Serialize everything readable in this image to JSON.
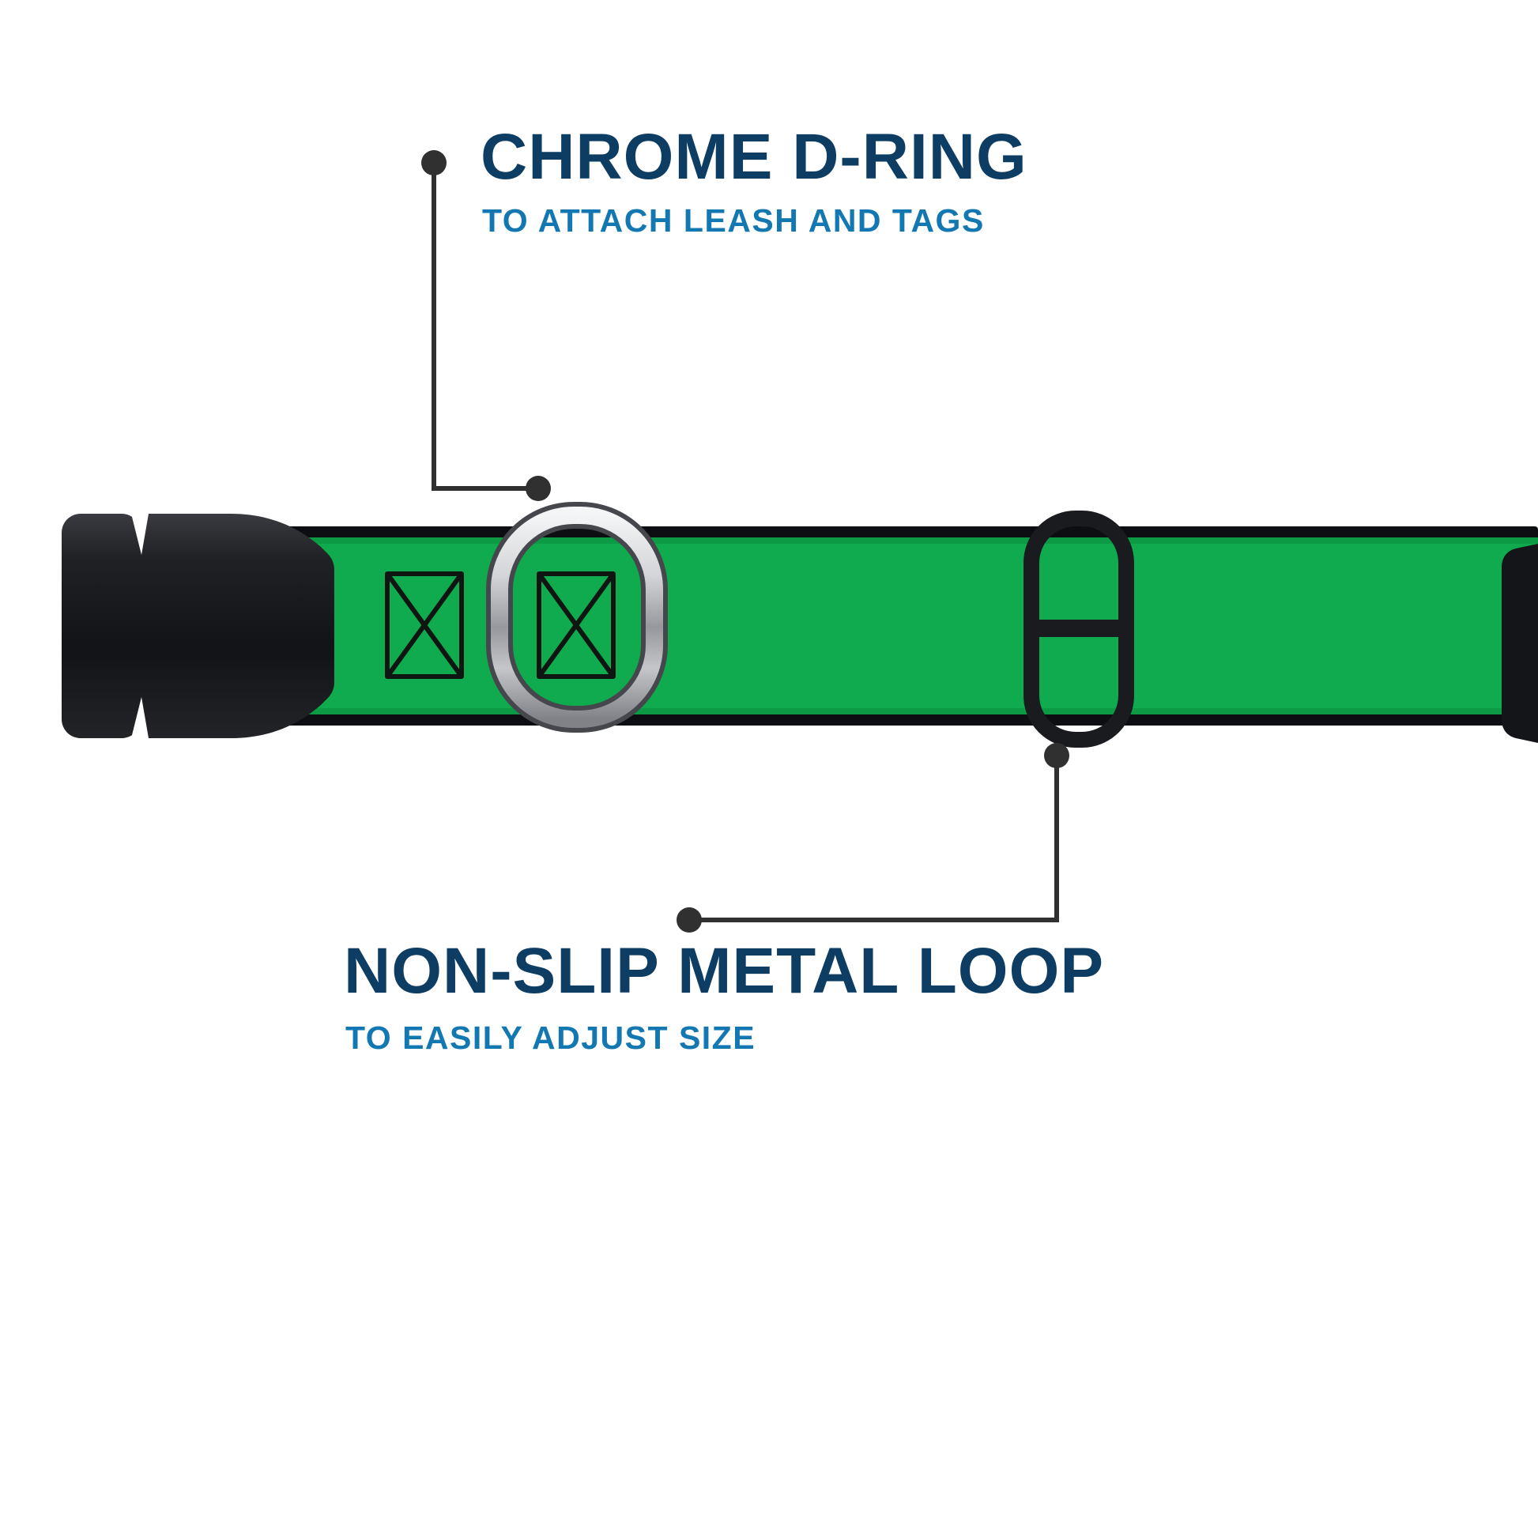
{
  "colors": {
    "background": "#ffffff",
    "title_navy": "#0d3d62",
    "subtitle_blue": "#1377b2",
    "strap_green": "#10ab4e",
    "strap_edge_black": "#0d0e11",
    "hardware_black": "#17181c",
    "chrome_silver": "#c9cacd",
    "callout_gray": "#303031"
  },
  "annotations": {
    "d_ring": {
      "title": "CHROME D-RING",
      "subtitle": "TO ATTACH LEASH AND TAGS"
    },
    "metal_loop": {
      "title": "NON-SLIP METAL LOOP",
      "subtitle": "TO EASILY ADJUST SIZE"
    }
  }
}
